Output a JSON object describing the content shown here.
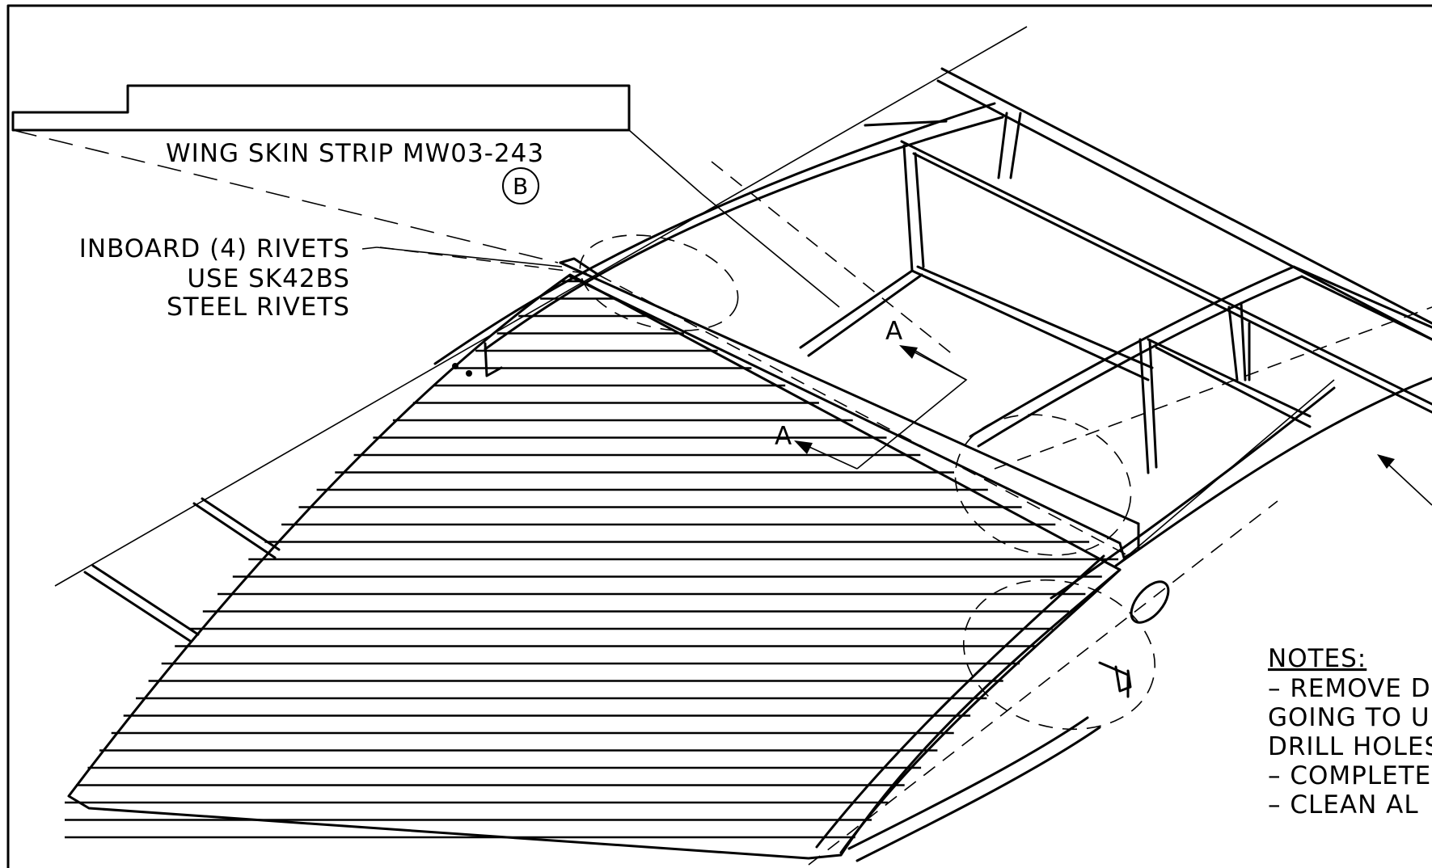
{
  "drawing": {
    "part_label": "WING SKIN STRIP MW03-243",
    "part_callout": "B",
    "rivet_note": {
      "line1": "INBOARD (4) RIVETS",
      "line2": "USE SK42BS",
      "line3": "STEEL RIVETS"
    },
    "section_marks": [
      "A",
      "A"
    ],
    "notes": {
      "heading": "NOTES:",
      "lines": [
        "– REMOVE D",
        "GOING TO U",
        "DRILL HOLES",
        "– COMPLETE",
        "– CLEAN AL"
      ]
    }
  }
}
